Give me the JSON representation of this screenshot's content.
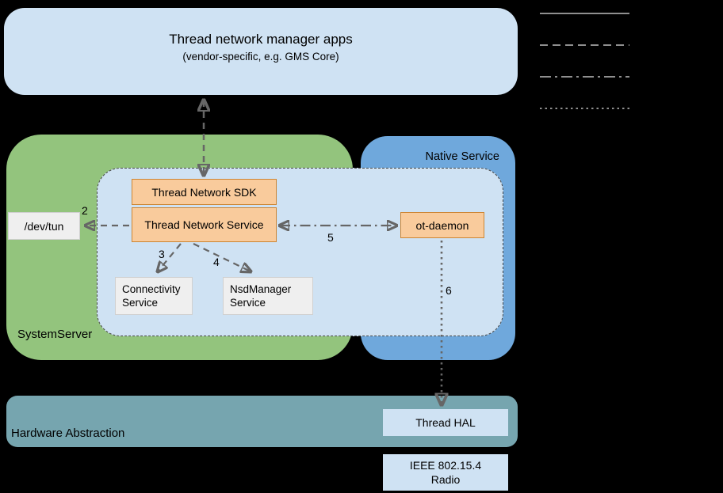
{
  "apps_box": {
    "title": "Thread network manager apps",
    "subtitle": "(vendor-specific, e.g. GMS Core)"
  },
  "groups": {
    "system_server": "SystemServer",
    "native_service": "Native Service",
    "hardware_abstraction": "Hardware Abstraction"
  },
  "nodes": {
    "thread_network_sdk": "Thread Network SDK",
    "thread_network_service": "Thread Network Service",
    "ot_daemon": "ot-daemon",
    "dev_tun": "/dev/tun",
    "connectivity_service": {
      "line1": "Connectivity",
      "line2": "Service"
    },
    "nsd_manager_service": {
      "line1": "NsdManager",
      "line2": "Service"
    },
    "thread_hal": "Thread HAL",
    "ieee_radio": {
      "line1": "IEEE 802.15.4",
      "line2": "Radio"
    }
  },
  "edges": [
    {
      "id": "apps-sdk",
      "from": "thread-network-manager-apps",
      "to": "thread-network-sdk",
      "style": "dashed",
      "arrows": "both",
      "label": ""
    },
    {
      "id": "service-devtun",
      "from": "thread-network-service",
      "to": "dev-tun",
      "style": "dashed",
      "arrows": "end",
      "label": "2"
    },
    {
      "id": "service-connectivity",
      "from": "thread-network-service",
      "to": "connectivity-service",
      "style": "dashed",
      "arrows": "end",
      "label": "3"
    },
    {
      "id": "service-nsdmanager",
      "from": "thread-network-service",
      "to": "nsd-manager-service",
      "style": "dashed",
      "arrows": "end",
      "label": "4"
    },
    {
      "id": "service-otdaemon",
      "from": "thread-network-service",
      "to": "ot-daemon",
      "style": "dash-dot",
      "arrows": "both",
      "label": "5"
    },
    {
      "id": "otdaemon-threadhal",
      "from": "ot-daemon",
      "to": "thread-hal",
      "style": "dotted",
      "arrows": "end",
      "label": "6"
    }
  ],
  "legend": {
    "line_styles": [
      "solid",
      "dashed",
      "dash-dot",
      "dotted"
    ]
  },
  "colors": {
    "background": "#000000",
    "light_blue": "#cfe2f3",
    "green": "#93c47d",
    "blue": "#6fa8dc",
    "orange_fill": "#f9cb9c",
    "orange_border": "#cc8533",
    "gray_fill": "#efefef",
    "teal": "#76a5af",
    "arrow_gray": "#666666",
    "legend_gray": "#8f8f8f"
  }
}
